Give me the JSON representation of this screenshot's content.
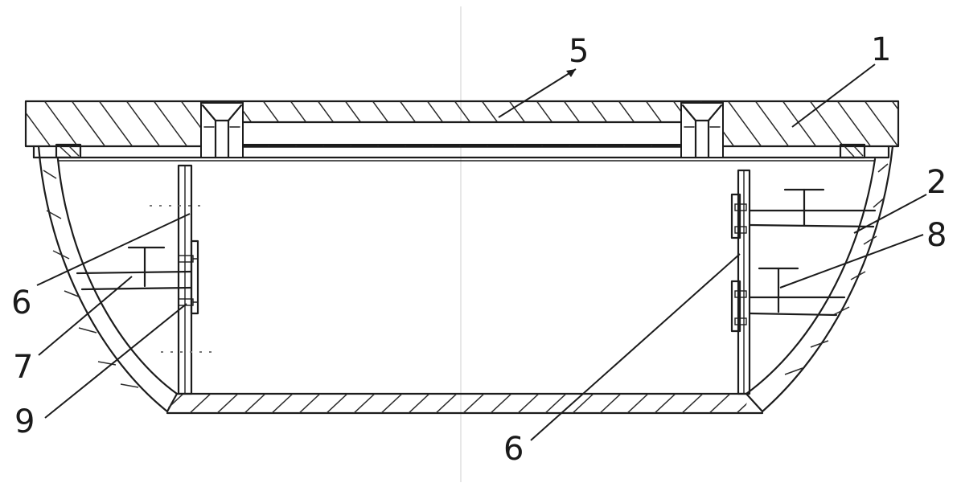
{
  "figure": {
    "labels": [
      {
        "id": "label-1",
        "text": "1"
      },
      {
        "id": "label-2",
        "text": "2"
      },
      {
        "id": "label-5",
        "text": "5"
      },
      {
        "id": "label-6-left",
        "text": "6"
      },
      {
        "id": "label-6-bottom",
        "text": "6"
      },
      {
        "id": "label-7",
        "text": "7"
      },
      {
        "id": "label-8",
        "text": "8"
      },
      {
        "id": "label-9",
        "text": "9"
      }
    ]
  }
}
